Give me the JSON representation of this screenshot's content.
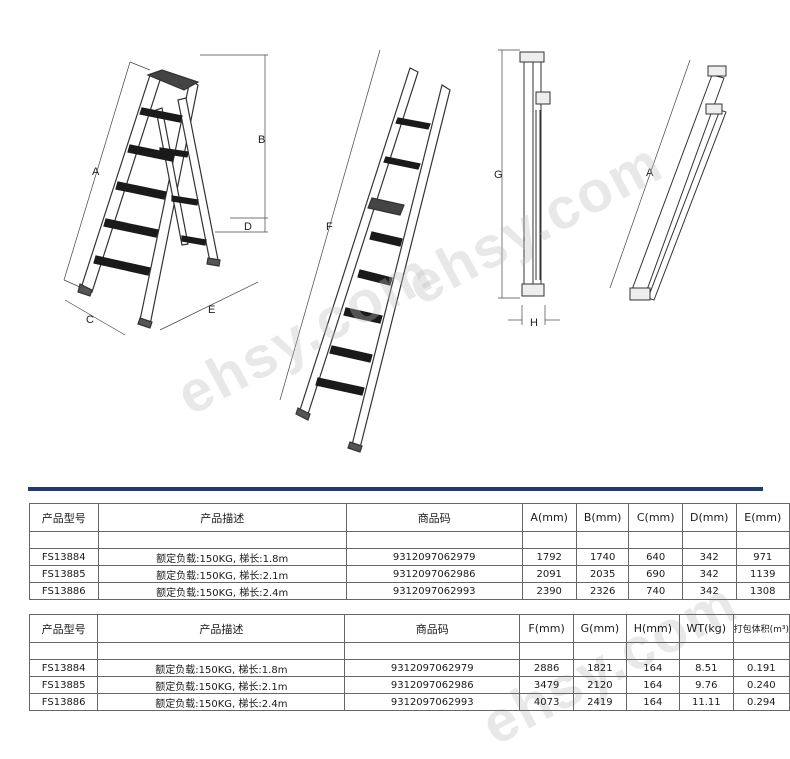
{
  "dimension_labels": {
    "A": "A",
    "B": "B",
    "C": "C",
    "D": "D",
    "E": "E",
    "F": "F",
    "G": "G",
    "H": "H",
    "A2": "A"
  },
  "watermark": "ehsy.com",
  "table1": {
    "headers": [
      "产品型号",
      "产品描述",
      "商品码",
      "A(mm)",
      "B(mm)",
      "C(mm)",
      "D(mm)",
      "E(mm)"
    ],
    "rows": [
      [
        "FS13884",
        "额定负载:150KG, 梯长:1.8m",
        "9312097062979",
        "1792",
        "1740",
        "640",
        "342",
        "971"
      ],
      [
        "FS13885",
        "额定负载:150KG, 梯长:2.1m",
        "9312097062986",
        "2091",
        "2035",
        "690",
        "342",
        "1139"
      ],
      [
        "FS13886",
        "额定负载:150KG, 梯长:2.4m",
        "9312097062993",
        "2390",
        "2326",
        "740",
        "342",
        "1308"
      ]
    ]
  },
  "table2": {
    "headers": [
      "产品型号",
      "产品描述",
      "商品码",
      "F(mm)",
      "G(mm)",
      "H(mm)",
      "WT(kg)",
      "打包体积(m³)"
    ],
    "rows": [
      [
        "FS13884",
        "额定负载:150KG, 梯长:1.8m",
        "9312097062979",
        "2886",
        "1821",
        "164",
        "8.51",
        "0.191"
      ],
      [
        "FS13885",
        "额定负载:150KG, 梯长:2.1m",
        "9312097062986",
        "3479",
        "2120",
        "164",
        "9.76",
        "0.240"
      ],
      [
        "FS13886",
        "额定负载:150KG, 梯长:2.4m",
        "9312097062993",
        "4073",
        "2419",
        "164",
        "11.11",
        "0.294"
      ]
    ]
  },
  "colors": {
    "rule": "#1f3b73",
    "line": "#333333",
    "step": "#1a1a1a"
  }
}
